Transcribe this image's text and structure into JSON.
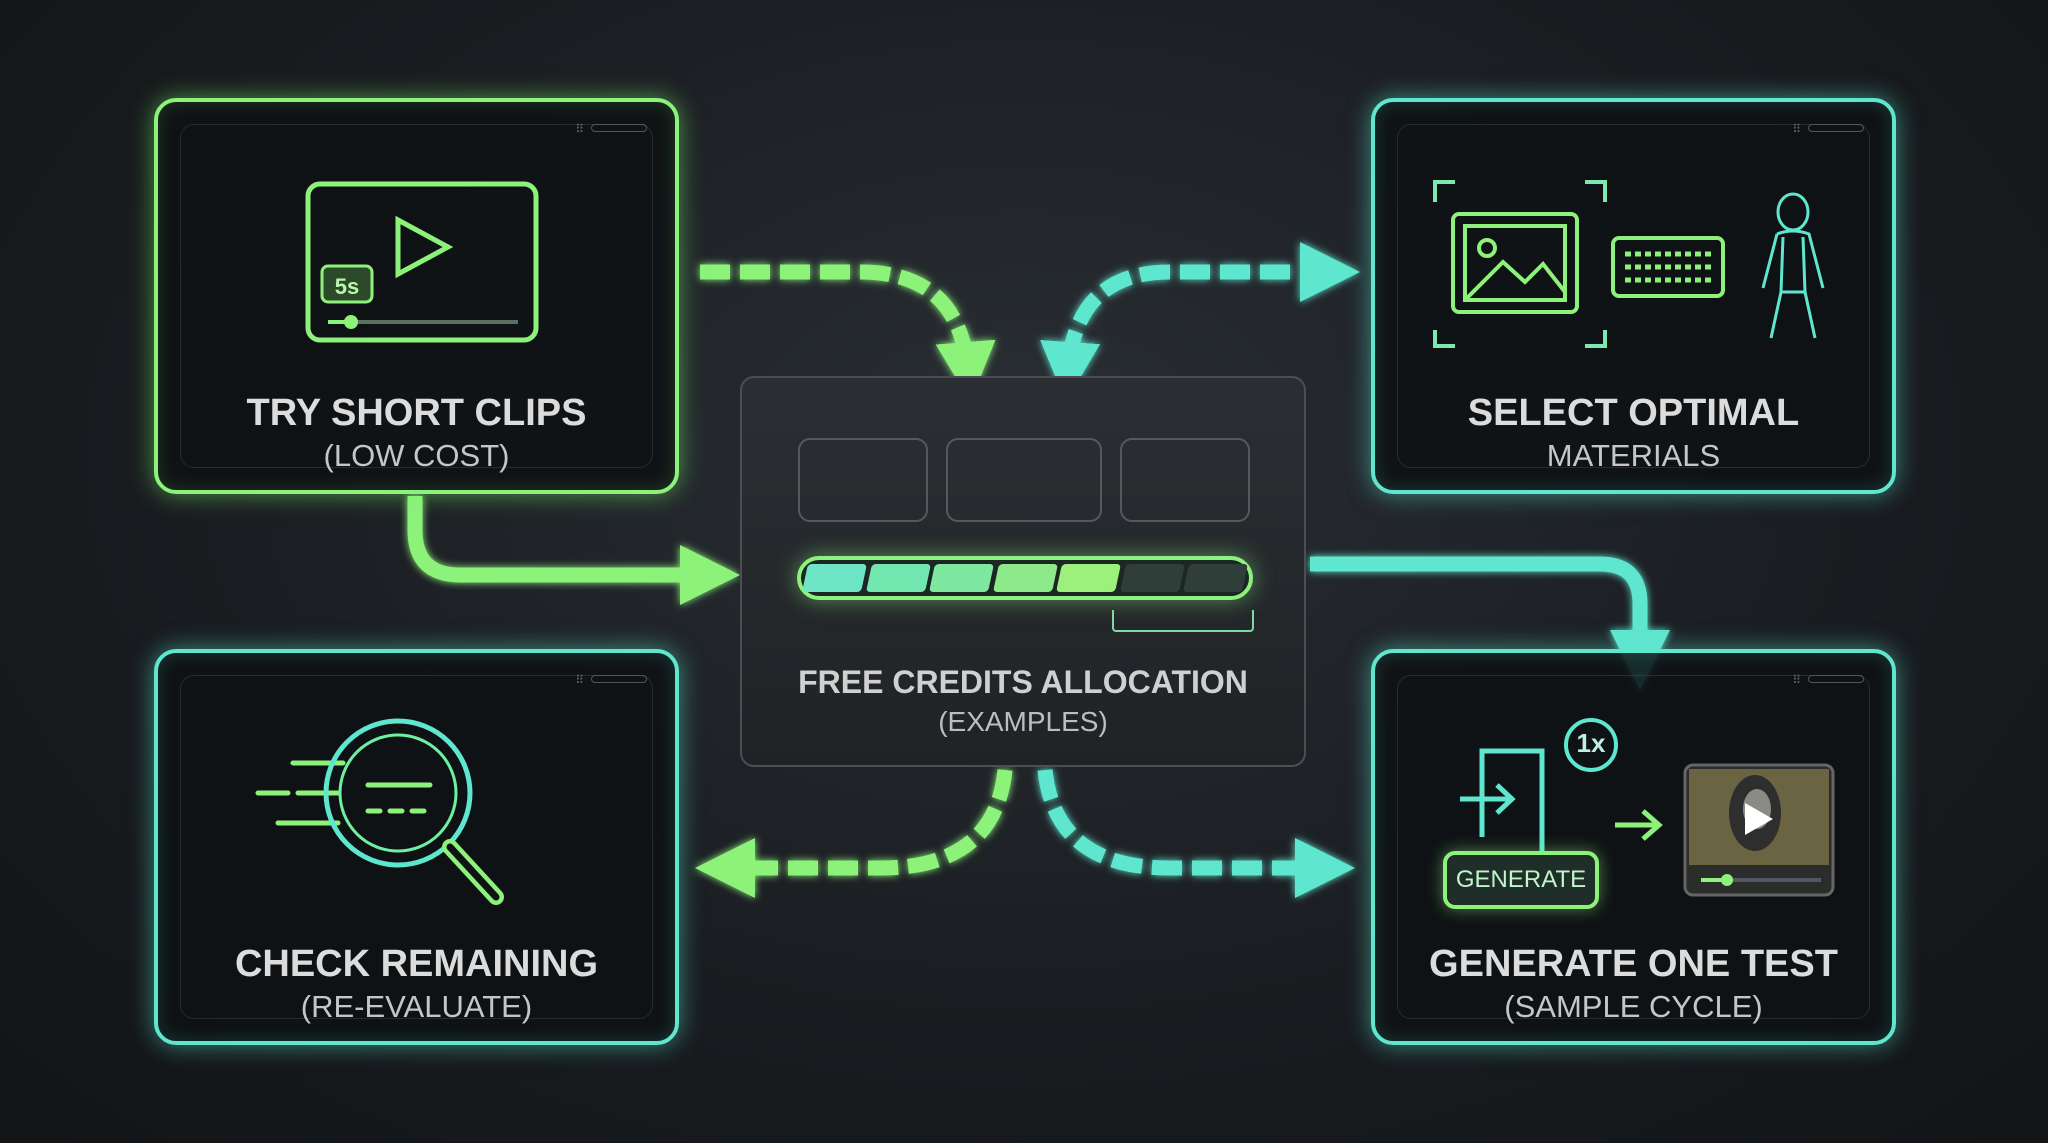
{
  "cards": {
    "top_left": {
      "title": "TRY SHORT CLIPS",
      "subtitle": "(LOW COST)",
      "badge": "5s"
    },
    "top_right": {
      "title": "SELECT OPTIMAL",
      "subtitle": "MATERIALS"
    },
    "bottom_left": {
      "title": "CHECK REMAINING",
      "subtitle": "(RE-EVALUATE)"
    },
    "bottom_right": {
      "title": "GENERATE ONE TEST",
      "subtitle": "(SAMPLE CYCLE)",
      "button": "GENERATE",
      "multiplier": "1x"
    }
  },
  "center": {
    "title": "FREE CREDITS ALLOCATION",
    "subtitle": "(EXAMPLES)",
    "progress_segments_filled": 5,
    "progress_segments_total": 7
  },
  "colors": {
    "green": "#8cf27a",
    "teal": "#5fe6cf",
    "bg": "#1a1d21"
  }
}
